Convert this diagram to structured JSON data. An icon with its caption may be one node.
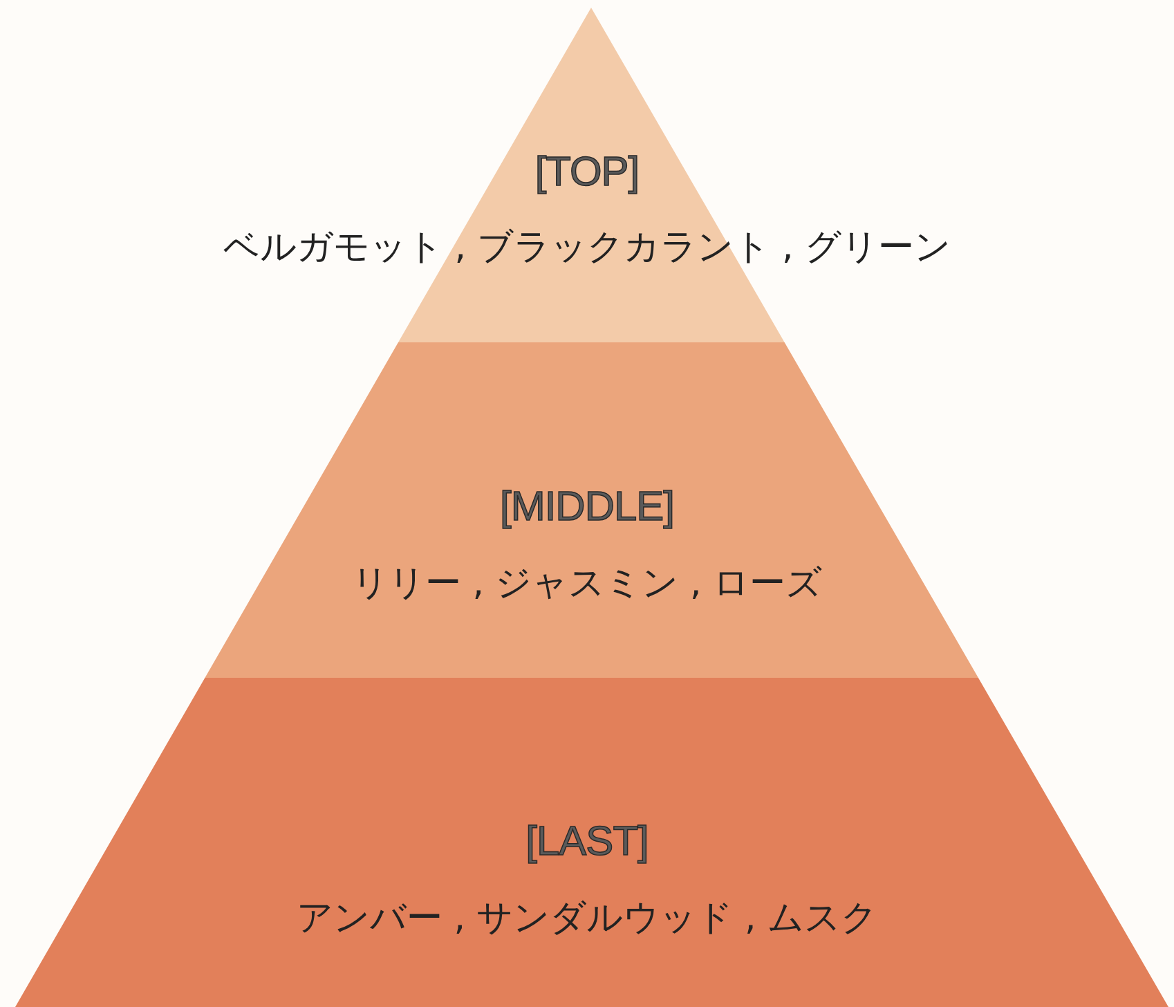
{
  "diagram": {
    "nodes": [
      {
        "text": [
          "[TOP]",
          "ベルガモット , ブラックカラント , グリーン"
        ]
      },
      {
        "text": [
          "[MIDDLE]",
          "リリー , ジャスミン , ローズ"
        ]
      },
      {
        "text": [
          "[LAST]",
          "アンバー , サンダルウッド , ムスク"
        ]
      }
    ]
  }
}
